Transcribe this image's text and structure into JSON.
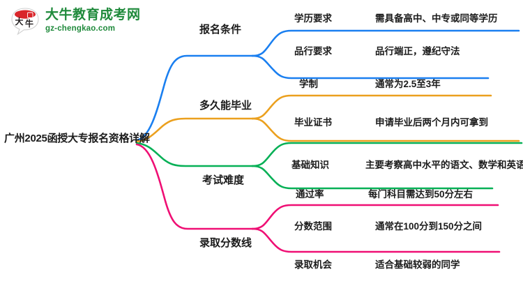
{
  "logo": {
    "mark_text": "大牛",
    "title": "大牛教育成考网",
    "subtitle": "gz-chengkao.com",
    "brand_color": "#1f8a3b",
    "mark_accent_color": "#d9262b"
  },
  "mindmap": {
    "root": "广州2025函授大专报名资格详解",
    "branches": [
      {
        "label": "报名条件",
        "color": "#1a7ff0",
        "children": [
          {
            "key": "学历要求",
            "value": "需具备高中、中专或同等学历"
          },
          {
            "key": "品行要求",
            "value": "品行端正，遵纪守法"
          }
        ]
      },
      {
        "label": "多久能毕业",
        "color": "#eba01e",
        "children": [
          {
            "key": "学制",
            "value": "通常为2.5至3年"
          },
          {
            "key": "毕业证书",
            "value": "申请毕业后两个月内可拿到"
          }
        ]
      },
      {
        "label": "考试难度",
        "color": "#06b056",
        "children": [
          {
            "key": "基础知识",
            "value": "主要考察高中水平的语文、数学和英语"
          },
          {
            "key": "通过率",
            "value": "每门科目需达到50分左右"
          }
        ]
      },
      {
        "label": "录取分数线",
        "color": "#ef0f74",
        "children": [
          {
            "key": "分数范围",
            "value": "通常在100分到150分之间"
          },
          {
            "key": "录取机会",
            "value": "适合基础较弱的同学"
          }
        ]
      }
    ]
  }
}
